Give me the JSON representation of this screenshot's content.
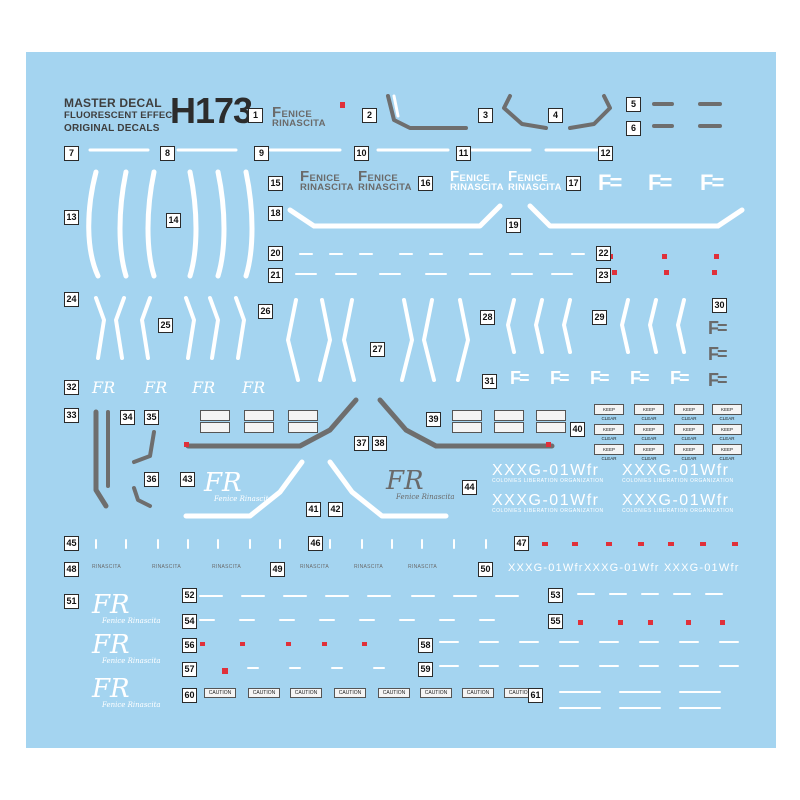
{
  "header": {
    "line1": "MASTER DECAL",
    "line2": "FLUORESCENT EFFECT",
    "line3": "ORIGINAL DECALS",
    "code": "H173"
  },
  "numbers": [
    "1",
    "2",
    "3",
    "4",
    "5",
    "6",
    "7",
    "8",
    "9",
    "10",
    "11",
    "12",
    "13",
    "14",
    "15",
    "16",
    "17",
    "18",
    "19",
    "20",
    "21",
    "22",
    "23",
    "24",
    "25",
    "26",
    "27",
    "28",
    "29",
    "30",
    "31",
    "32",
    "33",
    "34",
    "35",
    "36",
    "37",
    "38",
    "39",
    "40",
    "41",
    "42",
    "43",
    "44",
    "45",
    "46",
    "47",
    "48",
    "49",
    "50",
    "51",
    "52",
    "53",
    "54",
    "55",
    "56",
    "57",
    "58",
    "59",
    "60",
    "61"
  ],
  "logo": {
    "fenice_word": "ENICE",
    "rinascita_word": "INASCITA",
    "letter_f": "F",
    "letter_r": "R",
    "fr_mark": "FR",
    "fr_subtitle": "Fenice Rinascita"
  },
  "model": {
    "code": "XXXG-01Wfr",
    "subtitle": "COLONIES LIBERATION ORGANIZATION"
  },
  "small_labels": {
    "caution": "CAUTION",
    "keep_clear": "KEEP CLEAR"
  },
  "colors": {
    "sheet": "#a4d4f0",
    "decal_white": "#ffffff",
    "decal_grey": "#6a6a6a",
    "accent_red": "#e0303a",
    "number_box": "#2a2a2a"
  }
}
